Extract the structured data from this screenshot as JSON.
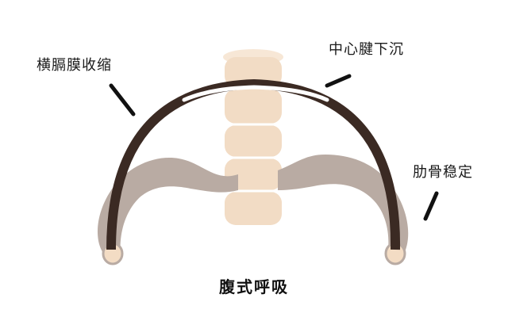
{
  "labels": {
    "diaphragm": "横膈膜收缩",
    "central_tendon": "中心腱下沉",
    "rib": "肋骨稳定"
  },
  "caption": "腹式呼吸",
  "colors": {
    "diaphragm": "#3b2a23",
    "tendon": "#ffffff",
    "rib": "#b9aba3",
    "rib_end": "#f3dcc4",
    "spine": "#f2dcc5",
    "spine_disc": "#ffffff",
    "pointer": "#111111",
    "text": "#1a1a1a"
  }
}
